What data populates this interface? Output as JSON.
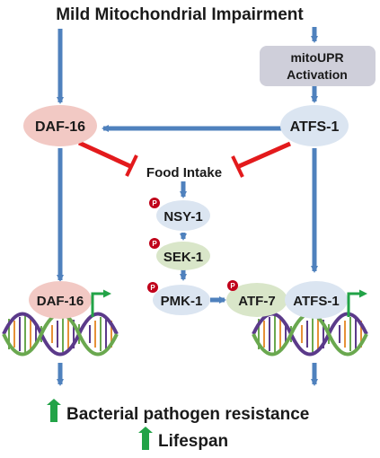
{
  "title": "Mild Mitochondrial Impairment",
  "nodes": {
    "mitoupr_line1": "mitoUPR",
    "mitoupr_line2": "Activation",
    "daf16_top": "DAF-16",
    "atfs1_top": "ATFS-1",
    "food_intake": "Food Intake",
    "nsy1": "NSY-1",
    "sek1": "SEK-1",
    "pmk1": "PMK-1",
    "atf7": "ATF-7",
    "daf16_bottom": "DAF-16",
    "atfs1_bottom": "ATFS-1"
  },
  "phospho_label": "P",
  "outcomes": {
    "line1": "Bacterial pathogen resistance",
    "line2": "Lifespan"
  },
  "colors": {
    "arrow_blue": "#4f81bd",
    "inhibit_red": "#e31a1c",
    "daf16_fill": "#f2c9c4",
    "atfs1_fill": "#dbe5f1",
    "mitoupr_fill": "#cfcfda",
    "nsy1_fill": "#dbe5f1",
    "sek1_fill": "#d9e6c9",
    "pmk1_fill": "#dbe5f1",
    "atf7_fill": "#d9e6c9",
    "phospho_fill": "#c0001a",
    "up_arrow_green": "#22a347",
    "dna_green": "#6aa84f",
    "dna_purple": "#5b3a8a",
    "dna_orange": "#e69138"
  }
}
